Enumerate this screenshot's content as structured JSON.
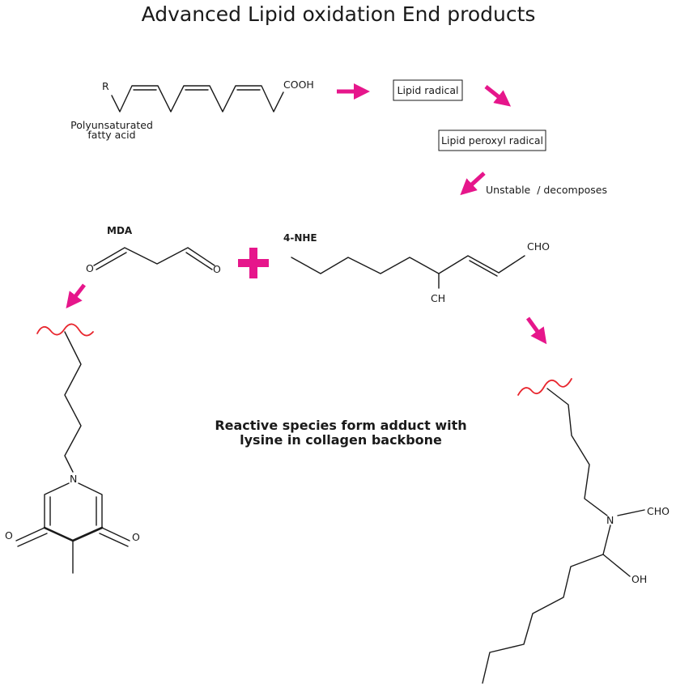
{
  "title": "Advanced Lipid oxidation End products",
  "colors": {
    "arrow": "#e6168b",
    "plus": "#e6168b",
    "backbone_wave": "#e8262e",
    "ink": "#1a1a1a"
  },
  "fatty_acid": {
    "r_group": "R",
    "acid_group": "COOH",
    "caption_line1": "Polyunsaturated",
    "caption_line2": "fatty acid"
  },
  "steps": {
    "lipid_radical": "Lipid radical",
    "lipid_peroxyl_radical": "Lipid peroxyl radical",
    "decompose_note": "Unstable  / decomposes"
  },
  "mda": {
    "name": "MDA",
    "oxygen_left": "O",
    "oxygen_right": "O"
  },
  "hne": {
    "name": "4-NHE",
    "aldehyde": "CHO",
    "hydroxyl": "CH"
  },
  "plus_icon": "plus-icon",
  "center_note": {
    "line1": "Reactive species form adduct with",
    "line2": "lysine in collagen backbone"
  },
  "mda_adduct": {
    "nitrogen": "N",
    "oxygen_left": "O",
    "oxygen_right": "O"
  },
  "hne_adduct": {
    "nitrogen": "N",
    "formyl": "CHO",
    "hydroxyl": "OH"
  }
}
